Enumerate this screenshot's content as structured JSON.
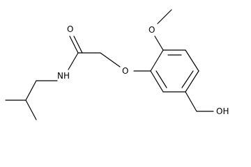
{
  "molecule": {
    "atoms": {
      "carbonyl_oxygen": "O",
      "amide_nitrogen": "NH",
      "ether_oxygen": "O",
      "methoxy_oxygen": "O",
      "hydroxymethyl": "OH"
    }
  }
}
